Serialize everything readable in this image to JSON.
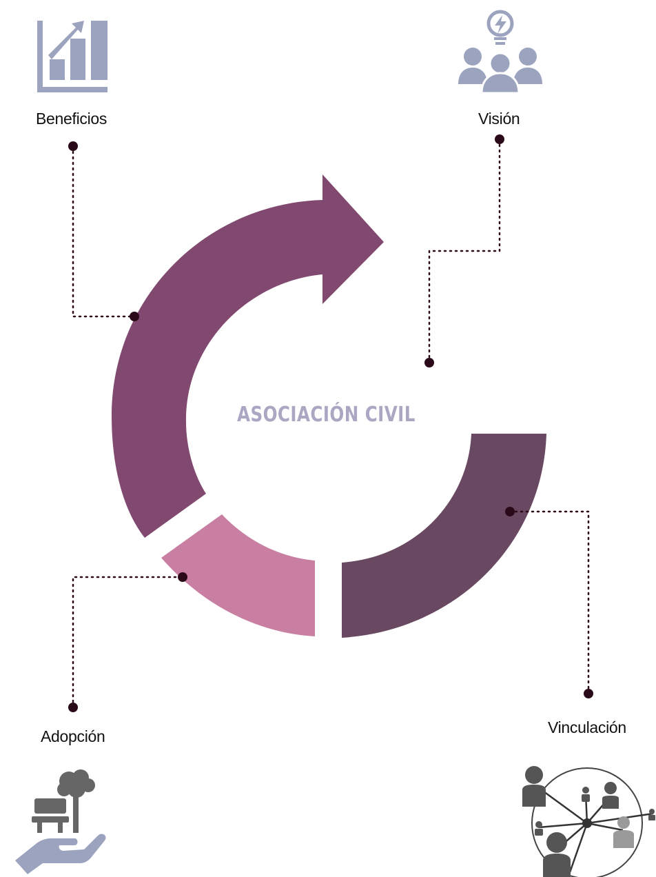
{
  "center": {
    "title": "ASOCIACIÓN CIVIL"
  },
  "labels": {
    "beneficios": "Beneficios",
    "vision": "Visión",
    "adopcion": "Adopción",
    "vinculacion": "Vinculación"
  },
  "icons": {
    "beneficios": "growth-bar-chart-icon",
    "vision": "team-idea-lightbulb-icon",
    "adopcion": "hand-holding-park-icon",
    "vinculacion": "people-network-icon"
  },
  "colors": {
    "arrow_segment": "#814970",
    "pink_segment": "#c87fa2",
    "dark_segment": "#694861",
    "icon_blue": "#9ba3bf",
    "title_text": "#aaa7c2",
    "connector": "#2a0a18",
    "network_people": "#555555"
  }
}
